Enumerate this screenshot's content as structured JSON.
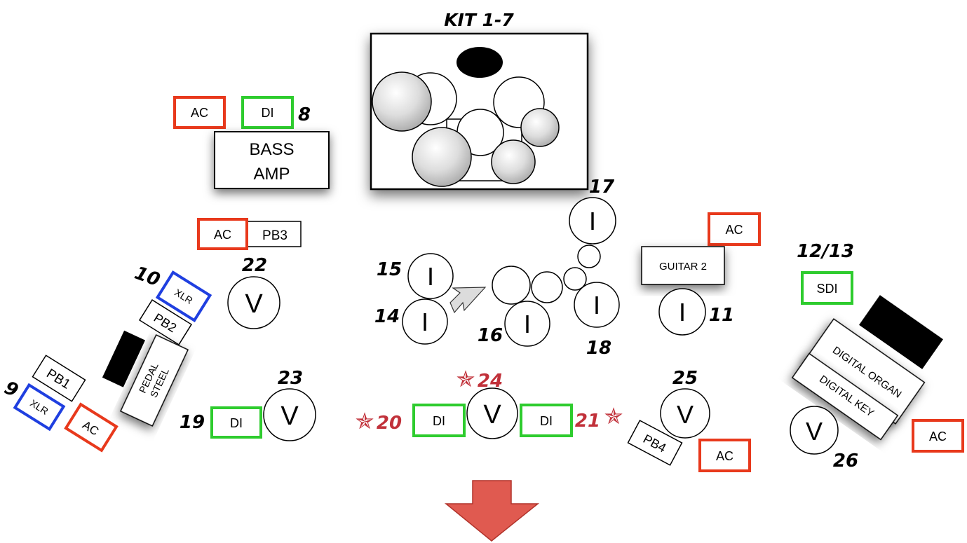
{
  "colors": {
    "ac": "#e8391c",
    "di": "#2ecc2e",
    "xlr": "#1f3fe0",
    "red_num": "#c1313a",
    "arrow_fill": "#e05a50",
    "arrow_edge": "#b0322a"
  },
  "kit": {
    "title": "KIT 1-7"
  },
  "bass": {
    "ac_label": "AC",
    "di_label": "DI",
    "num": "8",
    "amp_line1": "BASS",
    "amp_line2": "AMP"
  },
  "mid_left": {
    "ac_label": "AC",
    "pb3_label": "PB3",
    "num22": "22",
    "v22": "V"
  },
  "pedal": {
    "num10": "10",
    "xlr10": "XLR",
    "pb2": "PB2",
    "pb1": "PB1",
    "num9": "9",
    "xlr9": "XLR",
    "ac": "AC",
    "steel_line1": "PEDAL",
    "steel_line2": "STEEL"
  },
  "mon19": {
    "num": "19",
    "di": "DI"
  },
  "mon23": {
    "num": "23",
    "v": "V"
  },
  "mons": {
    "m15": "15",
    "m14": "14",
    "m16": "16",
    "m17": "17",
    "m18": "18",
    "glyph": "I"
  },
  "center": {
    "num20": "20",
    "di20": "DI",
    "num24": "24",
    "v24": "V",
    "di21": "DI",
    "num21": "21"
  },
  "guitar2": {
    "ac": "AC",
    "label": "GUITAR 2",
    "num": "11",
    "glyph": "I"
  },
  "right_front": {
    "num25": "25",
    "v25": "V",
    "pb4": "PB4",
    "ac": "AC"
  },
  "keys": {
    "num": "12/13",
    "sdi": "SDI",
    "organ": "DIGITAL ORGAN",
    "key": "DIGITAL KEY",
    "v26": "V",
    "num26": "26",
    "ac": "AC"
  }
}
